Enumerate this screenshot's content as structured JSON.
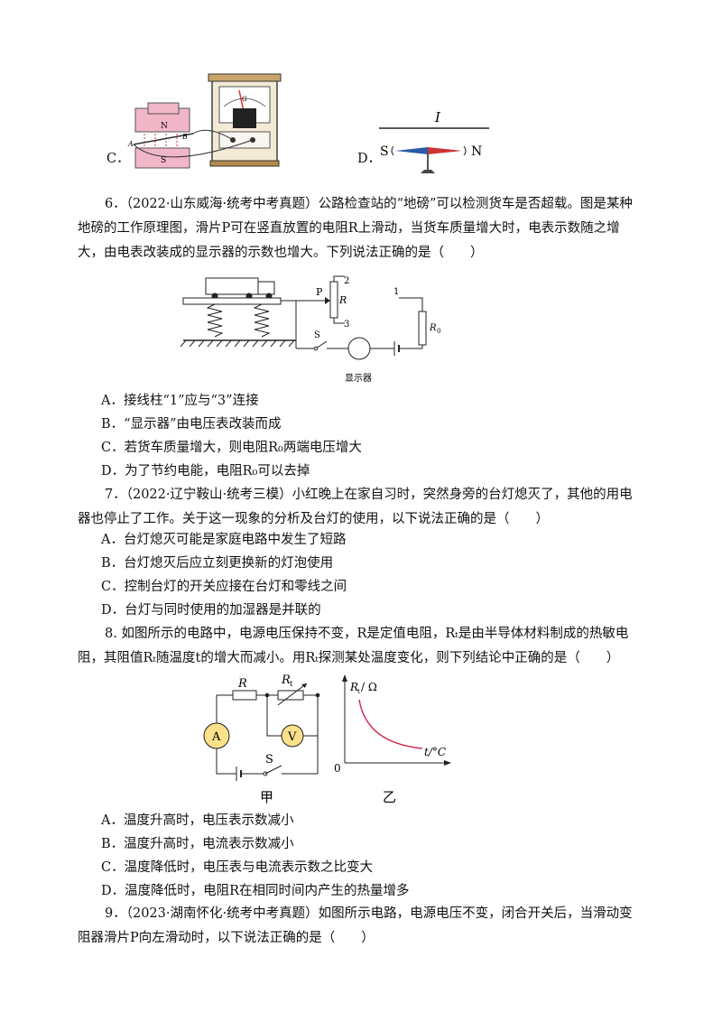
{
  "top_options": {
    "c_label": "C．",
    "d_label": "D．"
  },
  "fig_d": {
    "current": "I",
    "south": "S",
    "north": "N"
  },
  "fig_c": {
    "n": "N",
    "s": "S",
    "a": "A",
    "b": "B",
    "g": "G"
  },
  "q6": {
    "stem": "6．（2022·山东威海·统考中考真题）公路检查站的“地磅”可以检测货车是否超载。图是某种地磅的工作原理图，滑片P可在竖直放置的电阻R上滑动，当货车质量增大时，电表示数随之增大，由电表改装成的显示器的示数也增大。下列说法正确的是（　　）",
    "figure": {
      "p": "P",
      "r": "R",
      "t1": "1",
      "t2": "2",
      "t3": "3",
      "r0": "R",
      "r0_sub": "0",
      "s": "S",
      "display": "显示器"
    },
    "options": [
      "A．接线柱“1”应与“3”连接",
      "B．“显示器”由电压表改装而成",
      "C．若货车质量增大，则电阻R₀两端电压增大",
      "D．为了节约电能，电阻R₀可以去掉"
    ]
  },
  "q7": {
    "stem": "7．（2022·辽宁鞍山·统考三模）小红晚上在家自习时，突然身旁的台灯熄灭了，其他的用电器也停止了工作。关于这一现象的分析及台灯的使用，以下说法正确的是（　　）",
    "options": [
      "A．台灯熄灭可能是家庭电路中发生了短路",
      "B．台灯熄灭后应立刻更换新的灯泡使用",
      "C．控制台灯的开关应接在台灯和零线之间",
      "D．台灯与同时使用的加湿器是并联的"
    ]
  },
  "q8": {
    "stem": "8. 如图所示的电路中，电源电压保持不变，R是定值电阻，Rₜ是由半导体材料制成的热敏电阻，其阻值Rₜ随温度t的增大而减小。用Rₜ探测某处温度变化，则下列结论中正确的是（　　）",
    "figure": {
      "r": "R",
      "rt": "R",
      "rt_sub": "t",
      "a": "A",
      "v": "V",
      "s": "S",
      "caption_left": "甲",
      "caption_right": "乙",
      "y_label": "R",
      "y_sub": "t",
      "y_unit": " / Ω",
      "x_label": "t/°C",
      "origin": "0"
    },
    "options": [
      "A．温度升高时，电压表示数减小",
      "B．温度升高时，电流表示数减小",
      "C．温度降低时，电压表与电流表示数之比变大",
      "D．温度降低时，电阻R在相同时间内产生的热量增多"
    ]
  },
  "q9": {
    "stem": "9．（2023·湖南怀化·统考中考真题）如图所示电路，电源电压不变，闭合开关后，当滑动变阻器滑片P向左滑动时，以下说法正确的是（　　）"
  }
}
